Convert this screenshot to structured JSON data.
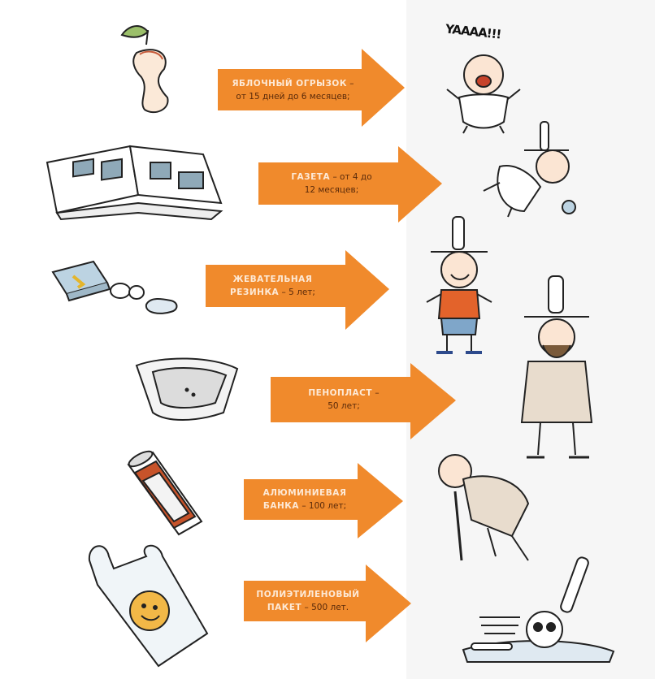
{
  "items": [
    {
      "name": "ЯБЛОЧНЫЙ ОГРЫЗОК",
      "dash": " –",
      "time": "от 15 дней до 6 месяцев;"
    },
    {
      "name": "ГАЗЕТА",
      "dash": " – от 4 до",
      "time": "12 месяцев;"
    },
    {
      "name": "ЖЕВАТЕЛЬНАЯ",
      "dash": "РЕЗИНКА",
      "time": " – 5 лет;"
    },
    {
      "name": "ПЕНОПЛАСТ",
      "dash": " –",
      "time": "50 лет;"
    },
    {
      "name": "АЛЮМИНИЕВАЯ",
      "dash": "БАНКА",
      "time": " – 100 лет;"
    },
    {
      "name": "ПОЛИЭТИЛЕНОВЫЙ",
      "dash": "ПАКЕТ",
      "time": " – 500 лет."
    }
  ],
  "baby_shout": "YAAAA!!!",
  "colors": {
    "arrow": "#f08a2c",
    "text_dark": "#5a2a0a",
    "text_light": "#fde9d6"
  }
}
